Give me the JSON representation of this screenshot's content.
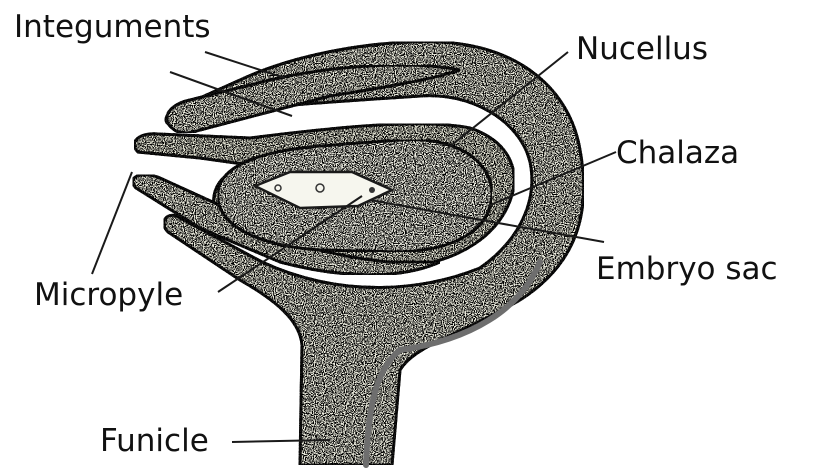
{
  "labels": {
    "integuments": "Integuments",
    "nucellus": "Nucellus",
    "chalaza": "Chalaza",
    "embryo_sac": "Embryo sac",
    "micropyle": "Micropyle",
    "funicle": "Funicle"
  },
  "colors": {
    "tissue_fill": "#ededdf",
    "outline": "#1a1a1a",
    "vascular_strand": "#6e6e6e",
    "background": "#ffffff"
  }
}
